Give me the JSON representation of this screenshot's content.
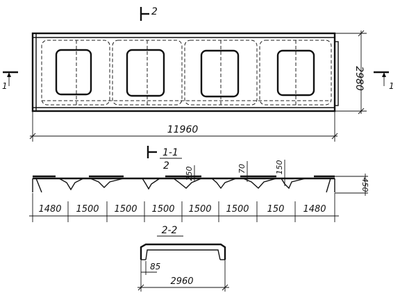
{
  "plan": {
    "length_label": "11960",
    "width_label": "2980",
    "section_mark_left": "1",
    "section_mark_right": "1",
    "section_mark_top": "2"
  },
  "section_1_1": {
    "title": "1-1",
    "cut_mark": "2",
    "dims_top": [
      "250",
      "70",
      "150"
    ],
    "height_label": "450",
    "spans": [
      "1480",
      "1500",
      "1500",
      "1500",
      "1500",
      "1500",
      "150",
      "1480"
    ]
  },
  "section_2_2": {
    "title": "2-2",
    "rib_label": "85",
    "width_label": "2960"
  }
}
